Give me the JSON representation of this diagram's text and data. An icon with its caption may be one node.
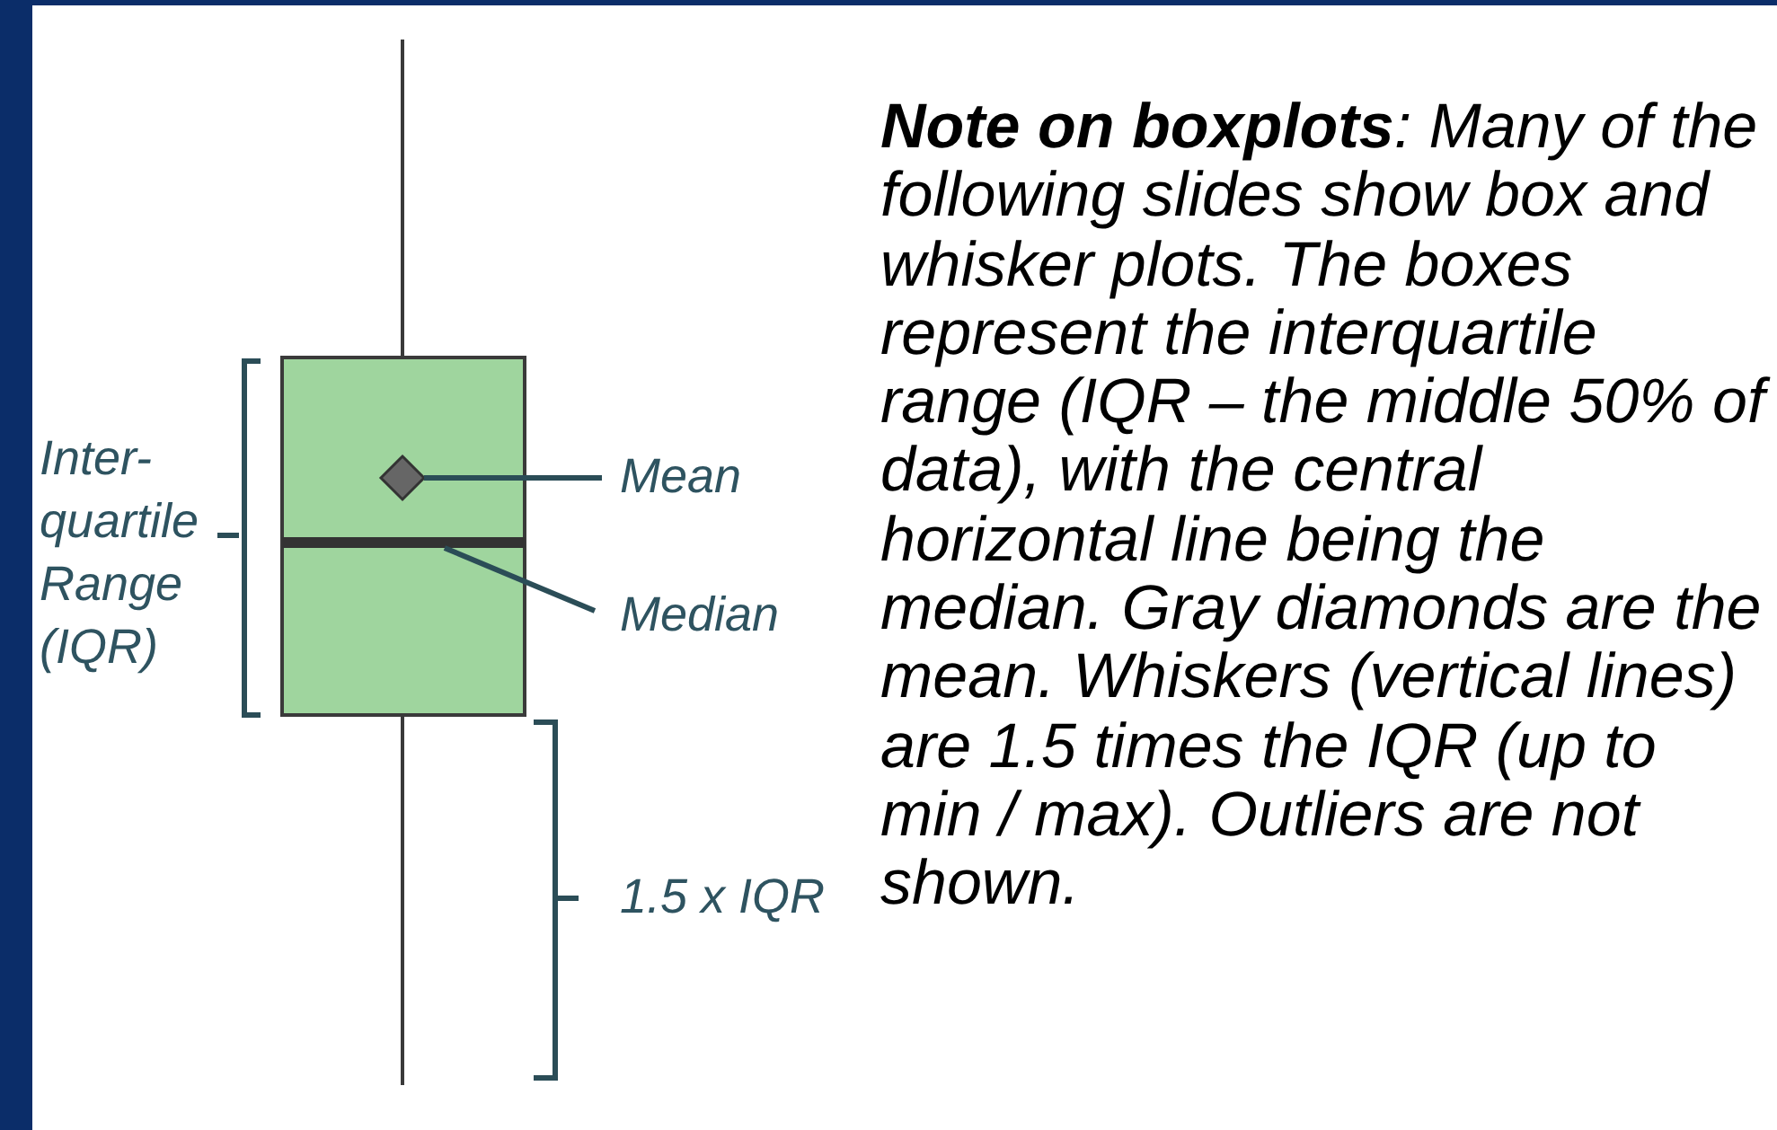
{
  "diagram": {
    "nodes": [
      {
        "text": [
          "Mean"
        ]
      },
      {
        "text": [],
        "shape": "diamond"
      },
      {
        "text": [
          "Median"
        ]
      },
      {
        "text": [],
        "shape": "bar"
      }
    ],
    "edges": [
      {
        "from": 0,
        "to": 1,
        "arrow": "none"
      },
      {
        "from": 2,
        "to": 3,
        "arrow": "none"
      }
    ],
    "labels": [
      "Inter- quartile Range (IQR)",
      "1.5 x IQR",
      "**Note on boxplots**: Many of the following slides show box and whisker plots. The boxes represent the interquartile range (IQR – the middle 50% of data), with the central horizontal line being the median. Gray diamonds are the mean. Whiskers (vertical lines) are 1.5 times the IQR (up to min / max). Outliers are not shown."
    ]
  }
}
